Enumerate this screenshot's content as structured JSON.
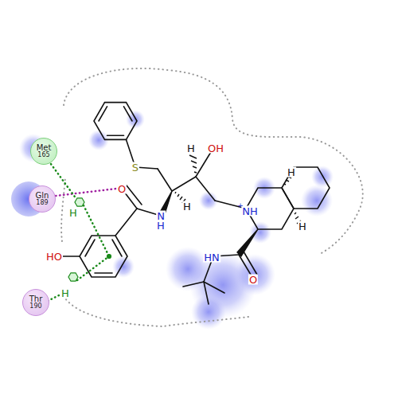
{
  "diagram": {
    "nodes": [
      {
        "text": [
          "Met",
          "165"
        ]
      },
      {
        "text": [
          "Gln",
          "189"
        ]
      },
      {
        "text": [
          "Thr",
          "190"
        ]
      }
    ],
    "labels": [
      "S",
      "H",
      "OH",
      "N",
      "H",
      "H",
      "O",
      "H",
      "NH",
      "+",
      "H",
      "HN",
      "O",
      "HO",
      "H",
      "H"
    ]
  }
}
